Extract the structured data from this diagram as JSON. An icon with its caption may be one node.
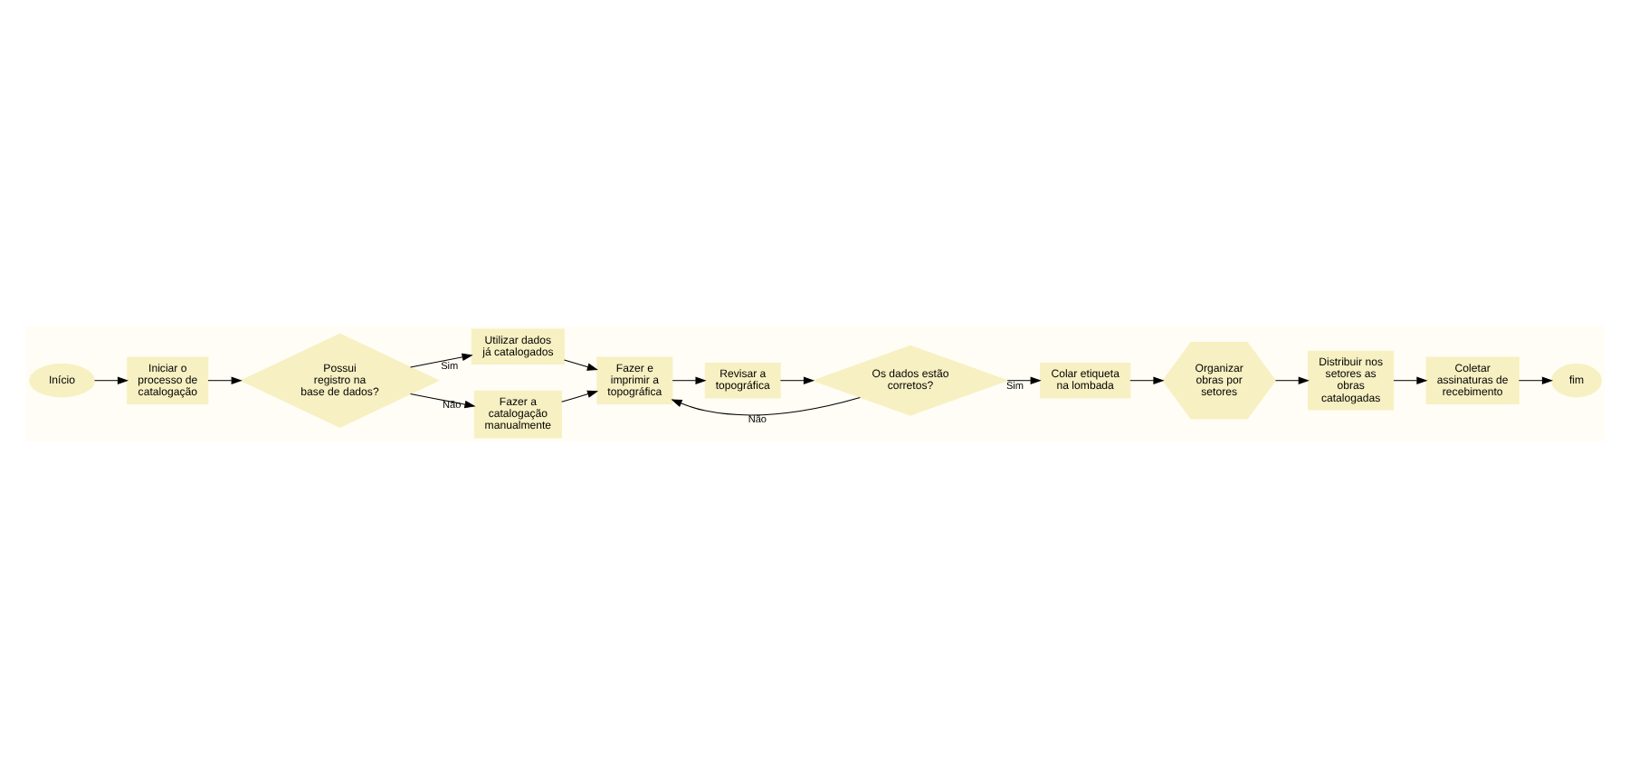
{
  "diagram": {
    "nodes": [
      {
        "text": [
          "Início"
        ]
      },
      {
        "text": [
          "Iniciar o processo de catalogação"
        ]
      },
      {
        "text": [
          "Possui registro na base de dados?"
        ]
      },
      {
        "text": [
          "Utilizar dados já catalogados"
        ]
      },
      {
        "text": [
          "Fazer a catalogação manualmente"
        ]
      },
      {
        "text": [
          "Fazer e imprimir a topográfica"
        ]
      },
      {
        "text": [
          "Revisar a topográfica"
        ]
      },
      {
        "text": [
          "Os dados estão corretos?"
        ]
      },
      {
        "text": [
          "Colar etiqueta na lombada"
        ]
      },
      {
        "text": [
          "Organizar obras por setores"
        ]
      },
      {
        "text": [
          "Distribuir nos setores as obras catalogadas"
        ]
      },
      {
        "text": [
          "Coletar assinaturas de recebimento"
        ]
      },
      {
        "text": [
          "fim"
        ]
      }
    ],
    "edges": [
      {
        "from": 0,
        "to": 1,
        "arrow": "to"
      },
      {
        "from": 1,
        "to": 2,
        "arrow": "to"
      },
      {
        "from": 2,
        "to": 3,
        "arrow": "to",
        "label": "Sim"
      },
      {
        "from": 2,
        "to": 4,
        "arrow": "to",
        "label": "Não"
      },
      {
        "from": 3,
        "to": 5,
        "arrow": "to"
      },
      {
        "from": 4,
        "to": 5,
        "arrow": "to"
      },
      {
        "from": 5,
        "to": 6,
        "arrow": "to"
      },
      {
        "from": 6,
        "to": 7,
        "arrow": "to"
      },
      {
        "from": 7,
        "to": 5,
        "arrow": "to",
        "label": "Não"
      },
      {
        "from": 7,
        "to": 8,
        "arrow": "to",
        "label": "Sim"
      },
      {
        "from": 8,
        "to": 9,
        "arrow": "to"
      },
      {
        "from": 9,
        "to": 10,
        "arrow": "to"
      },
      {
        "from": 10,
        "to": 11,
        "arrow": "to"
      },
      {
        "from": 11,
        "to": 12,
        "arrow": "to"
      }
    ]
  }
}
